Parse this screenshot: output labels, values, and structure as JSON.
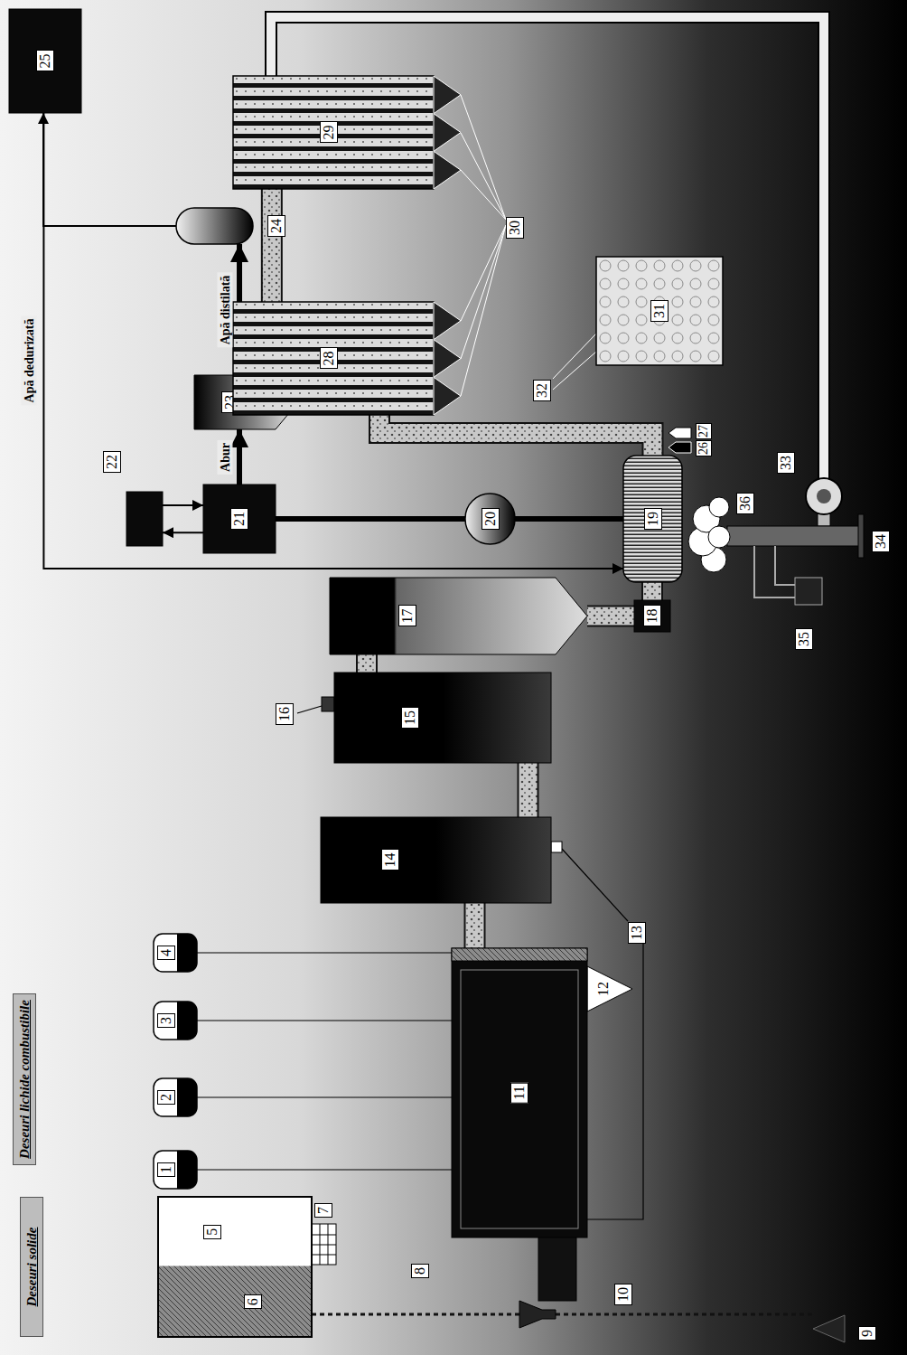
{
  "diagram": {
    "nodes": [
      {
        "text": [
          "1"
        ]
      },
      {
        "text": [
          "2"
        ]
      },
      {
        "text": [
          "3"
        ]
      },
      {
        "text": [
          "4"
        ]
      },
      {
        "text": [
          "5",
          "6"
        ]
      },
      {
        "text": [
          "11"
        ]
      },
      {
        "text": [
          "14"
        ]
      },
      {
        "text": [
          "15"
        ]
      },
      {
        "text": [
          "17"
        ]
      },
      {
        "text": [
          "18"
        ]
      },
      {
        "text": [
          "19"
        ]
      },
      {
        "text": [
          "20"
        ]
      },
      {
        "text": [
          "21"
        ]
      },
      {
        "text": [
          "22"
        ]
      },
      {
        "text": [
          "23"
        ]
      },
      {
        "text": [
          "24"
        ]
      },
      {
        "text": [
          "25"
        ]
      },
      {
        "text": [
          "28"
        ]
      },
      {
        "text": [
          "29"
        ]
      },
      {
        "text": [
          "31"
        ]
      }
    ],
    "edges": [
      {
        "from": 0,
        "to": 5,
        "arrow": "none"
      },
      {
        "from": 1,
        "to": 5,
        "arrow": "none"
      },
      {
        "from": 2,
        "to": 5,
        "arrow": "none"
      },
      {
        "from": 3,
        "to": 5,
        "arrow": "none"
      },
      {
        "from": 5,
        "to": 6,
        "arrow": "none"
      },
      {
        "from": 6,
        "to": 7,
        "arrow": "none"
      },
      {
        "from": 7,
        "to": 8,
        "arrow": "none"
      },
      {
        "from": 8,
        "to": 9,
        "arrow": "none"
      },
      {
        "from": 9,
        "to": 10,
        "arrow": "none"
      },
      {
        "from": 10,
        "to": 17,
        "arrow": "none"
      },
      {
        "from": 17,
        "to": 18,
        "arrow": "none"
      },
      {
        "from": 10,
        "to": 11,
        "arrow": "none"
      },
      {
        "from": 11,
        "to": 12,
        "arrow": "none"
      },
      {
        "from": 12,
        "to": 13,
        "arrow": "to"
      },
      {
        "from": 13,
        "to": 12,
        "arrow": "to"
      },
      {
        "from": 12,
        "to": 14,
        "arrow": "to",
        "label": "Abur"
      },
      {
        "from": 14,
        "to": 15,
        "arrow": "to",
        "label": "Apă distilată"
      },
      {
        "from": 15,
        "to": 16,
        "arrow": "to"
      },
      {
        "from": 16,
        "to": 10,
        "arrow": "to",
        "label": "Apă dedurizată"
      }
    ],
    "labels": [
      "Deseuri solide",
      "Deseuri lichide combustibile",
      "7",
      "8",
      "9",
      "10",
      "12",
      "13",
      "16",
      "26",
      "27",
      "30",
      "32",
      "33",
      "34",
      "35",
      "36"
    ]
  }
}
